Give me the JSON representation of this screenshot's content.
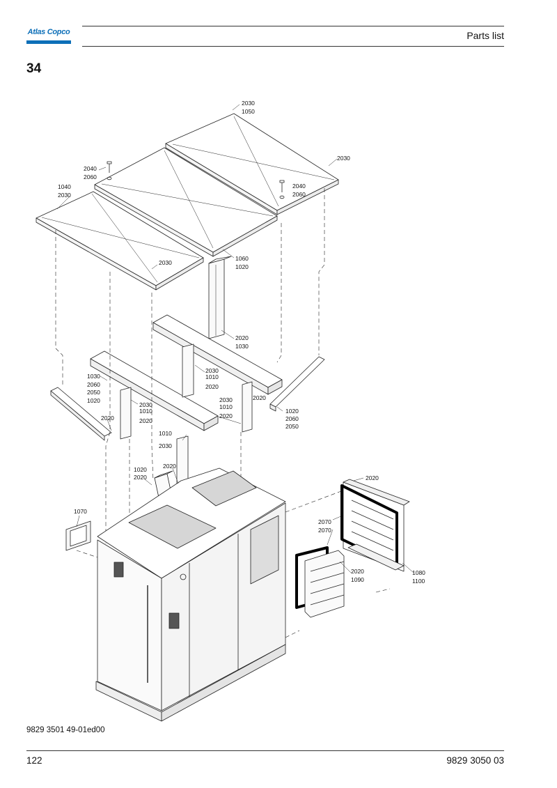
{
  "header": {
    "brand": "Atlas Copco",
    "title": "Parts list"
  },
  "section_number": "34",
  "callouts": [
    {
      "id": "c-2030-a",
      "text": "2030"
    },
    {
      "id": "c-1050",
      "text": "1050"
    },
    {
      "id": "c-2030-b",
      "text": "2030"
    },
    {
      "id": "c-2040-a",
      "text": "2040"
    },
    {
      "id": "c-2060-a",
      "text": "2060"
    },
    {
      "id": "c-2040-b",
      "text": "2040"
    },
    {
      "id": "c-2060-b",
      "text": "2060"
    },
    {
      "id": "c-1040",
      "text": "1040"
    },
    {
      "id": "c-2030-c",
      "text": "2030"
    },
    {
      "id": "c-1060",
      "text": "1060"
    },
    {
      "id": "c-1020-a",
      "text": "1020"
    },
    {
      "id": "c-2030-d",
      "text": "2030"
    },
    {
      "id": "c-2020-a",
      "text": "2020"
    },
    {
      "id": "c-1030-a",
      "text": "1030"
    },
    {
      "id": "c-2030-e",
      "text": "2030"
    },
    {
      "id": "c-1010-a",
      "text": "1010"
    },
    {
      "id": "c-2020-b",
      "text": "2020"
    },
    {
      "id": "c-1030-b",
      "text": "1030"
    },
    {
      "id": "c-2060-c",
      "text": "2060"
    },
    {
      "id": "c-2050-a",
      "text": "2050"
    },
    {
      "id": "c-1020-b",
      "text": "1020"
    },
    {
      "id": "c-2030-f",
      "text": "2030"
    },
    {
      "id": "c-1010-b",
      "text": "1010"
    },
    {
      "id": "c-2020-c",
      "text": "2020"
    },
    {
      "id": "c-2020-d",
      "text": "2020"
    },
    {
      "id": "c-2020-e",
      "text": "2020"
    },
    {
      "id": "c-2030-g",
      "text": "2030"
    },
    {
      "id": "c-1010-c",
      "text": "1010"
    },
    {
      "id": "c-2020-f",
      "text": "2020"
    },
    {
      "id": "c-1020-c",
      "text": "1020"
    },
    {
      "id": "c-2060-d",
      "text": "2060"
    },
    {
      "id": "c-2050-b",
      "text": "2050"
    },
    {
      "id": "c-1010-d",
      "text": "1010"
    },
    {
      "id": "c-2030-h",
      "text": "2030"
    },
    {
      "id": "c-1020-d",
      "text": "1020"
    },
    {
      "id": "c-2020-g",
      "text": "2020"
    },
    {
      "id": "c-2020-h",
      "text": "2020"
    },
    {
      "id": "c-2020-i",
      "text": "2020"
    },
    {
      "id": "c-1070",
      "text": "1070"
    },
    {
      "id": "c-2070-a",
      "text": "2070"
    },
    {
      "id": "c-2070-b",
      "text": "2070"
    },
    {
      "id": "c-2020-j",
      "text": "2020"
    },
    {
      "id": "c-1090",
      "text": "1090"
    },
    {
      "id": "c-1080",
      "text": "1080"
    },
    {
      "id": "c-1100",
      "text": "1100"
    }
  ],
  "footer": {
    "drawing_ref": "9829 3501 49-01ed00",
    "page_number": "122",
    "document_number": "9829 3050 03"
  }
}
